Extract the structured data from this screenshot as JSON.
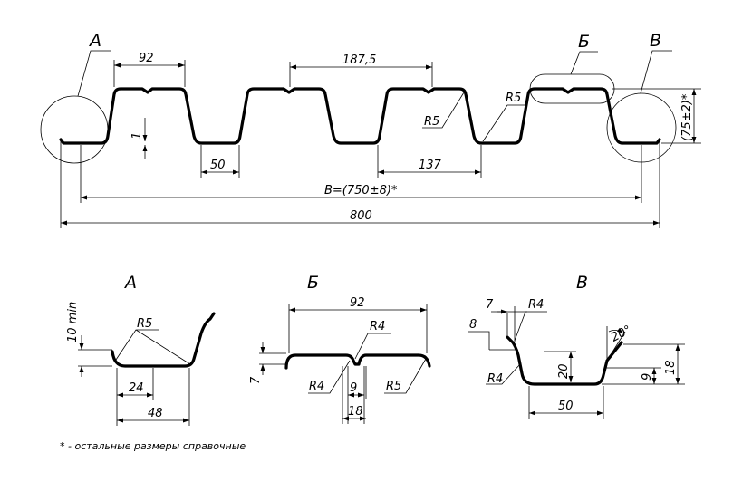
{
  "main_view": {
    "label_A": "А",
    "label_B_cyr": "Б",
    "label_V": "В",
    "dim_top_92": "92",
    "dim_187_5": "187,5",
    "dim_R5_left": "R5",
    "dim_R5_right": "R5",
    "dim_1": "1",
    "dim_50": "50",
    "dim_137": "137",
    "dim_height": "(75±2)*",
    "dim_width_B": "B=(750±8)*",
    "dim_800": "800"
  },
  "detail_A": {
    "title": "А",
    "dim_10min": "10 min",
    "dim_R5": "R5",
    "dim_24": "24",
    "dim_48": "48"
  },
  "detail_B": {
    "title": "Б",
    "dim_92": "92",
    "dim_R4_top": "R4",
    "dim_7": "7",
    "dim_R4_bottom": "R4",
    "dim_9": "9",
    "dim_18": "18",
    "dim_R5": "R5"
  },
  "detail_V": {
    "title": "В",
    "dim_7": "7",
    "dim_R4_top": "R4",
    "dim_8": "8",
    "dim_R4_bottom": "R4",
    "dim_20": "20",
    "dim_50": "50",
    "dim_20deg": "20°",
    "dim_9": "9",
    "dim_18": "18"
  },
  "footnote": "* - остальные размеры справочные"
}
